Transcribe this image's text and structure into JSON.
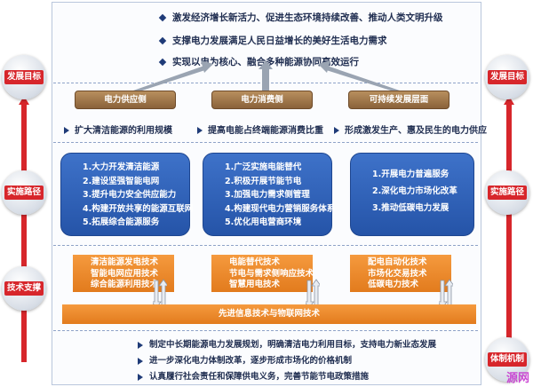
{
  "goals": [
    "激发经济增长新活力、促进生态环境持续改善、推动人类文明升级",
    "支撑电力发展满足人民日益增长的美好生活电力需求",
    "实现以电为核心、融合多种能源协同高效运行"
  ],
  "columns": [
    {
      "header": "电力供应侧",
      "subgoal": "扩大清洁能源的利用规模",
      "paths": [
        "1.大力开发清洁能源",
        "2.建设坚强智能电网",
        "3.提升电力安全供应能力",
        "4.构建开放共享的能源互联网",
        "5.拓展综合能源服务"
      ],
      "tech": [
        "清洁能源发电技术",
        "智能电网应用技术",
        "综合能源利用技术"
      ]
    },
    {
      "header": "电力消费侧",
      "subgoal": "提高电能占终端能源消费比重",
      "paths": [
        "1.广泛实施电能替代",
        "2.积极开展节能节电",
        "3.加强电力需求侧管理",
        "4.构建现代电力营销服务体系",
        "5.优化用电营商环境"
      ],
      "tech": [
        "电能替代技术",
        "节电与需求侧响应技术",
        "智慧用电技术"
      ]
    },
    {
      "header": "可持续发展层面",
      "subgoal": "形成激发生产、惠及民生的电力供应",
      "paths": [
        "1.开展电力普遍服务",
        "2.深化电力市场化改革",
        "3.推动低碳电力发展"
      ],
      "tech": [
        "配电自动化技术",
        "市场化交易技术",
        "低碳电力技术"
      ]
    }
  ],
  "shared_tech": "先进信息技术与物联网技术",
  "mechanisms": [
    "制定中长期能源电力发展规划，明确清洁电力利用目标，支持电力新业态发展",
    "进一步深化电力体制改革，逐步形成市场化的价格机制",
    "认真履行社会责任和保障供电义务，完善节能节电政策措施"
  ],
  "side_labels": [
    "发展目标",
    "实施路径",
    "技术支撑",
    "体制机制"
  ],
  "watermark": "源网",
  "colors": {
    "accent_red": "#d7262b",
    "blue": "#2a5bb0",
    "orange": "#ee8a2b",
    "brown": "#8a623a"
  }
}
